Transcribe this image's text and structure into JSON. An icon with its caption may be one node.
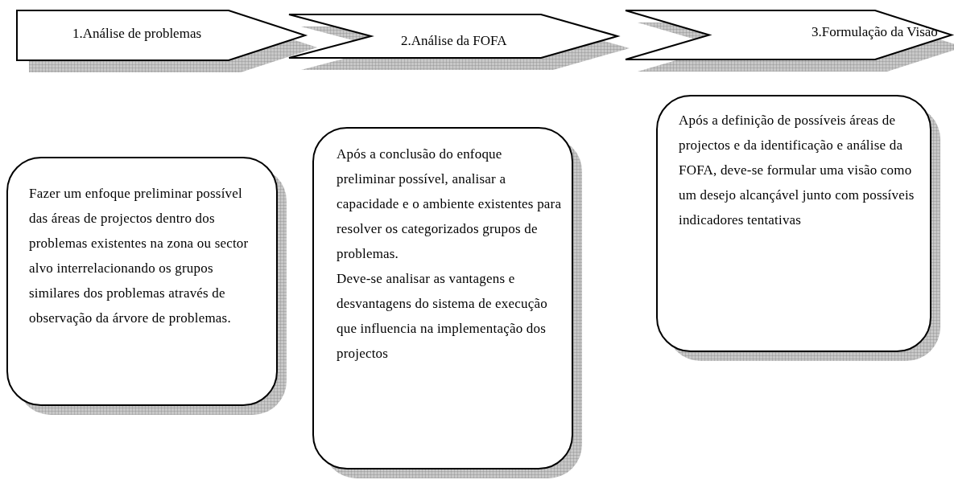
{
  "diagram": {
    "nodes": [
      {
        "text": [
          "1.Análise de problemas"
        ]
      },
      {
        "text": [
          "2.Análise da FOFA"
        ]
      },
      {
        "text": [
          "3.Formulação da Visão"
        ]
      },
      {
        "text": [
          "Fazer um enfoque preliminar possível das áreas de projectos dentro dos problemas existentes na zona ou sector alvo interrelacionando os grupos similares dos problemas através de observação da árvore de problemas."
        ]
      },
      {
        "text": [
          "Após a conclusão do enfoque preliminar possível, analisar a capacidade e o ambiente existentes para resolver os categorizados grupos de problemas.",
          "Deve-se analisar as vantagens e desvantagens do sistema de execução que influencia na implementação dos projectos"
        ]
      },
      {
        "text": [
          "Após a definição de possíveis áreas de projectos e da identificação e análise da FOFA, deve-se formular uma visão como um desejo alcançável junto com possíveis indicadores tentativas"
        ]
      }
    ]
  }
}
